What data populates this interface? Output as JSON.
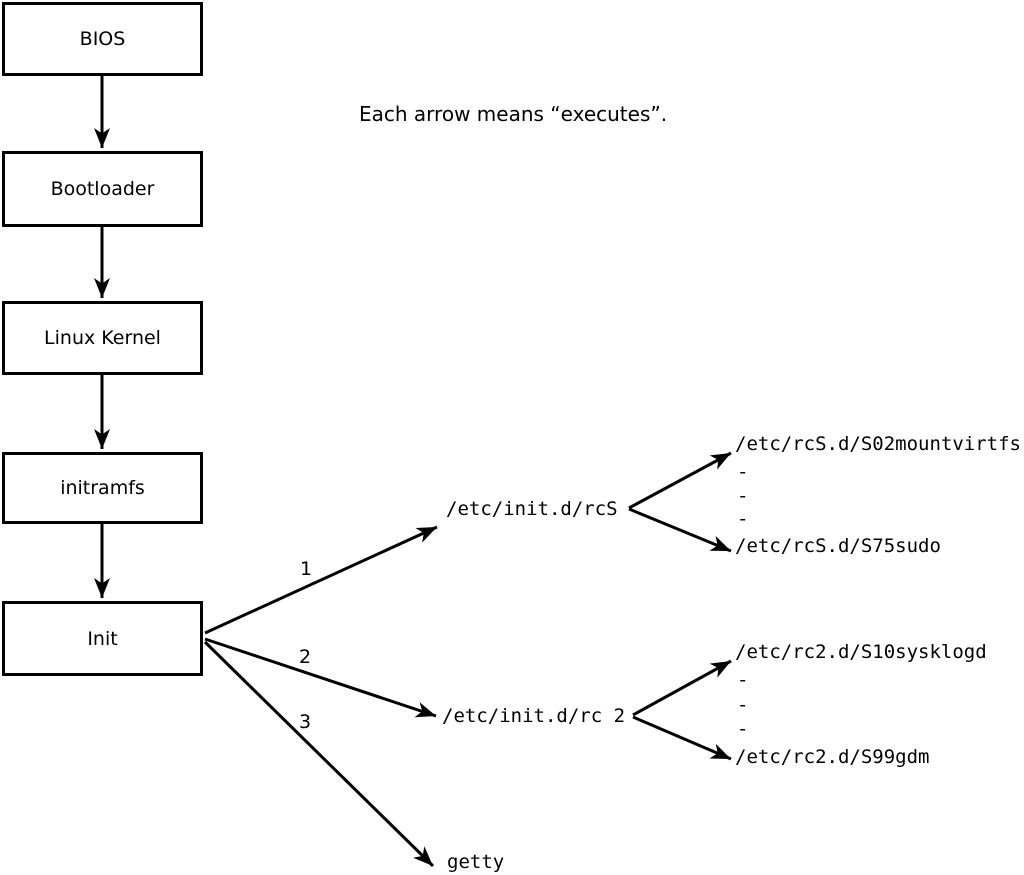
{
  "note": "Each arrow means “executes”.",
  "boxes": [
    "BIOS",
    "Bootloader",
    "Linux Kernel",
    "initramfs",
    "Init"
  ],
  "branch_labels": [
    "1",
    "2",
    "3"
  ],
  "nodes": {
    "rcS": "/etc/init.d/rcS",
    "rc2": "/etc/init.d/rc 2",
    "getty": "getty"
  },
  "rcS_children": [
    "/etc/rcS.d/S02mountvirtfs",
    "-",
    "-",
    "-",
    "/etc/rcS.d/S75sudo"
  ],
  "rc2_children": [
    "/etc/rc2.d/S10sysklogd",
    "-",
    "-",
    "-",
    "/etc/rc2.d/S99gdm"
  ],
  "colors": {
    "ink": "#000000",
    "background": "#ffffff"
  }
}
